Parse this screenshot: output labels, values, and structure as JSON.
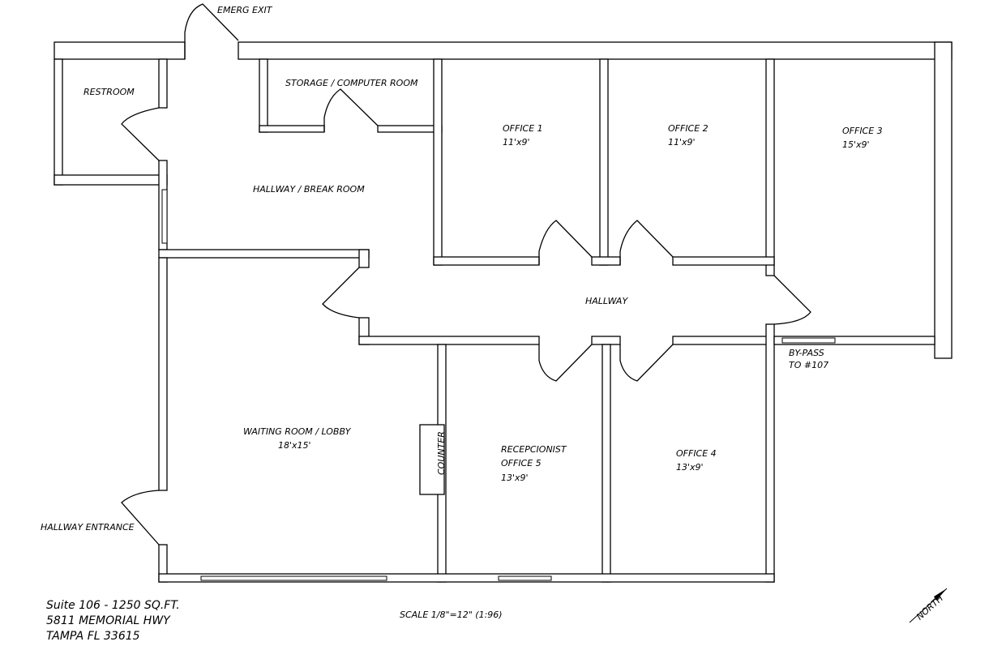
{
  "rooms": {
    "emerg_exit": "EMERG EXIT",
    "restroom": "RESTROOM",
    "storage": "STORAGE / COMPUTER ROOM",
    "office1": {
      "name": "OFFICE 1",
      "size": "11'x9'"
    },
    "office2": {
      "name": "OFFICE 2",
      "size": "11'x9'"
    },
    "office3": {
      "name": "OFFICE 3",
      "size": "15'x9'"
    },
    "hallway_break": "HALLWAY / BREAK ROOM",
    "hallway": "HALLWAY",
    "bypass": {
      "line1": "BY-PASS",
      "line2": "TO #107"
    },
    "waiting": {
      "name": "WAITING ROOM / LOBBY",
      "size": "18'x15'"
    },
    "counter": "COUNTER",
    "office5": {
      "line1": "RECEPCIONIST",
      "line2": "OFFICE 5",
      "size": "13'x9'"
    },
    "office4": {
      "name": "OFFICE 4",
      "size": "13'x9'"
    },
    "hallway_entrance": "HALLWAY ENTRANCE"
  },
  "title_block": {
    "line1": "Suite 106 - 1250 SQ.FT.",
    "line2": "5811 MEMORIAL HWY",
    "line3": "TAMPA FL 33615"
  },
  "scale": "SCALE 1/8\"=12\" (1:96)",
  "north": "NORTH"
}
